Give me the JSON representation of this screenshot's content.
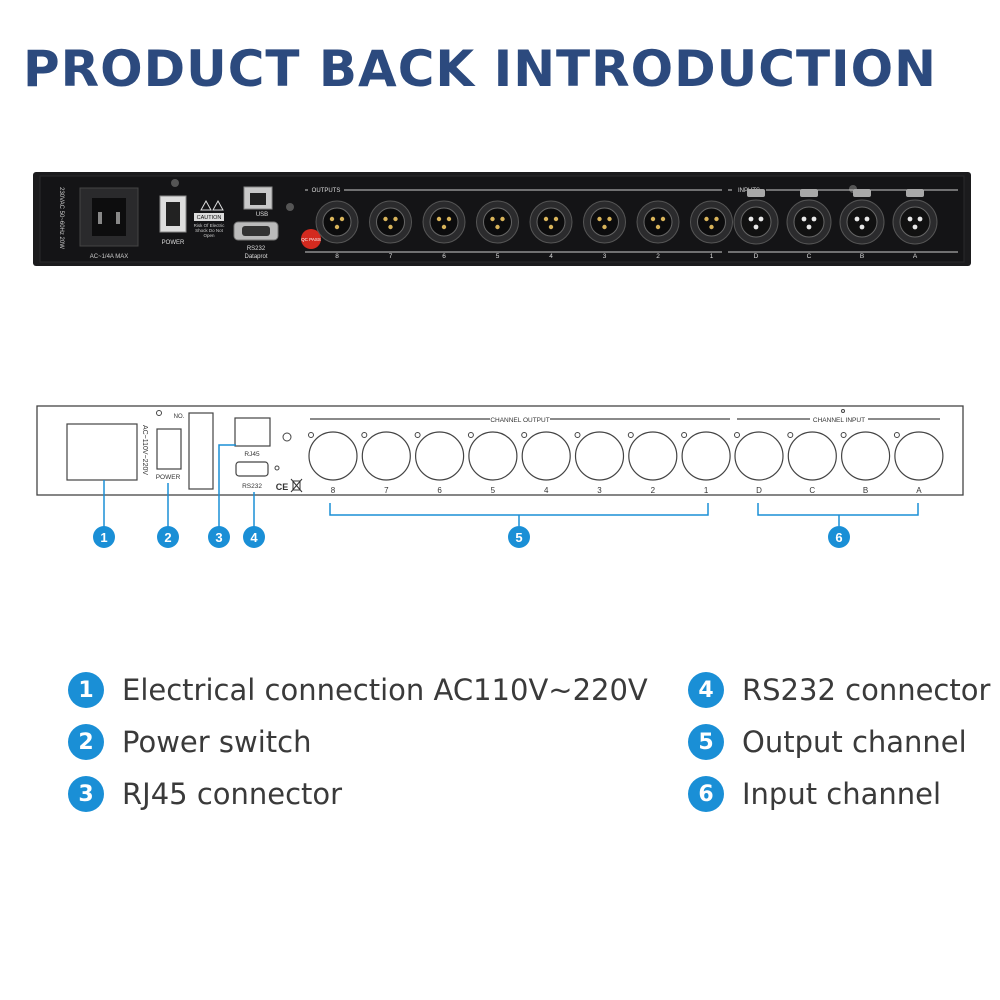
{
  "title": "PRODUCT BACK INTRODUCTION",
  "colors": {
    "title": "#2c4a7e",
    "badge": "#1a8fd6",
    "photo_panel": "#141416",
    "line_drawing": "#444444"
  },
  "photo": {
    "power_rating": "230VAC 50~60Hz 20W",
    "fuse": "AC~1/4A MAX",
    "power": "POWER",
    "caution": "CAUTION",
    "caution_note": "Risk Of Electric Shock Do Not Open",
    "usb": "USB",
    "rs232": "RS232",
    "dataport": "Dataprot",
    "qc": "QC PASS",
    "outputs_label": "OUTPUTS",
    "inputs_label": "INPUTS",
    "output_numbers": [
      "8",
      "7",
      "6",
      "5",
      "4",
      "3",
      "2",
      "1"
    ],
    "input_letters": [
      "D",
      "C",
      "B",
      "A"
    ]
  },
  "drawing": {
    "voltage": "AC~110V~220V",
    "no": "NO.",
    "power": "POWER",
    "rj45": "RJ45",
    "rs232": "RS232",
    "ce": "CE",
    "channel_output": "CHANNEL OUTPUT",
    "channel_input": "CHANNEL INPUT",
    "output_numbers": [
      "8",
      "7",
      "6",
      "5",
      "4",
      "3",
      "2",
      "1"
    ],
    "input_letters": [
      "D",
      "C",
      "B",
      "A"
    ]
  },
  "callouts": [
    "1",
    "2",
    "3",
    "4",
    "5",
    "6"
  ],
  "legend": [
    {
      "num": "1",
      "text": "Electrical connection  AC110V~220V"
    },
    {
      "num": "2",
      "text": "Power switch"
    },
    {
      "num": "3",
      "text": "RJ45 connector"
    },
    {
      "num": "4",
      "text": "RS232 connector"
    },
    {
      "num": "5",
      "text": "Output channel"
    },
    {
      "num": "6",
      "text": "Input channel"
    }
  ]
}
